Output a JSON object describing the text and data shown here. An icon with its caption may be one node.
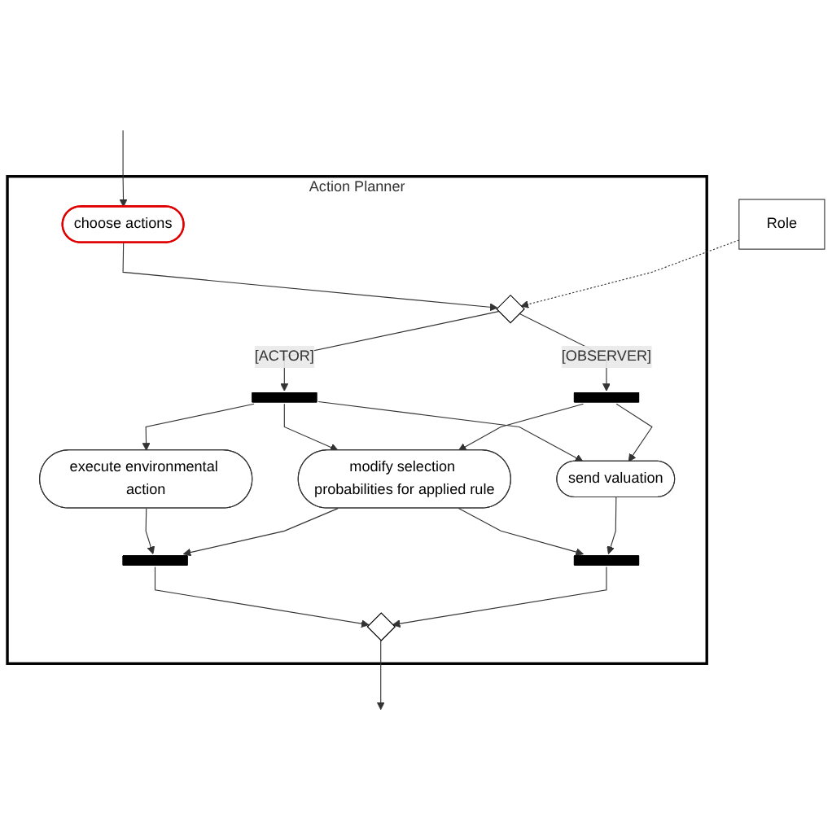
{
  "diagram": {
    "nodes": [
      {
        "text": [
          "Action Planner"
        ]
      },
      {
        "text": [
          "choose actions"
        ],
        "in": 0
      },
      {
        "text": [
          "Role"
        ]
      },
      {
        "text": [],
        "shape": "diamond",
        "in": 0
      },
      {
        "text": [],
        "shape": "bar",
        "in": 0
      },
      {
        "text": [],
        "shape": "bar",
        "in": 0
      },
      {
        "text": [
          "execute environmental action"
        ],
        "in": 0
      },
      {
        "text": [
          "send valuation"
        ],
        "in": 0
      },
      {
        "text": [
          "modify selection probabilities for applied rule"
        ],
        "in": 0
      },
      {
        "text": [],
        "shape": "bar",
        "in": 0
      },
      {
        "text": [],
        "shape": "bar",
        "in": 0
      },
      {
        "text": [],
        "shape": "diamond",
        "in": 0
      }
    ],
    "edges": [
      {
        "from": null,
        "to": 1,
        "arrow": "to"
      },
      {
        "from": 1,
        "to": 3,
        "arrow": "to"
      },
      {
        "from": 2,
        "to": 3,
        "arrow": "to",
        "style": "dashed"
      },
      {
        "from": 3,
        "to": 5,
        "arrow": "to",
        "label": "[ACTOR]"
      },
      {
        "from": 3,
        "to": 4,
        "arrow": "to",
        "label": "[OBSERVER]"
      },
      {
        "from": 5,
        "to": 6,
        "arrow": "to"
      },
      {
        "from": 5,
        "to": 8,
        "arrow": "to"
      },
      {
        "from": 5,
        "to": 7,
        "arrow": "to"
      },
      {
        "from": 4,
        "to": 8,
        "arrow": "to"
      },
      {
        "from": 4,
        "to": 7,
        "arrow": "to"
      },
      {
        "from": 6,
        "to": 9,
        "arrow": "to"
      },
      {
        "from": 8,
        "to": 9,
        "arrow": "to"
      },
      {
        "from": 8,
        "to": 10,
        "arrow": "to"
      },
      {
        "from": 7,
        "to": 10,
        "arrow": "to"
      },
      {
        "from": 9,
        "to": 11,
        "arrow": "to"
      },
      {
        "from": 10,
        "to": 11,
        "arrow": "to"
      },
      {
        "from": 11,
        "to": null,
        "arrow": "to"
      }
    ]
  }
}
